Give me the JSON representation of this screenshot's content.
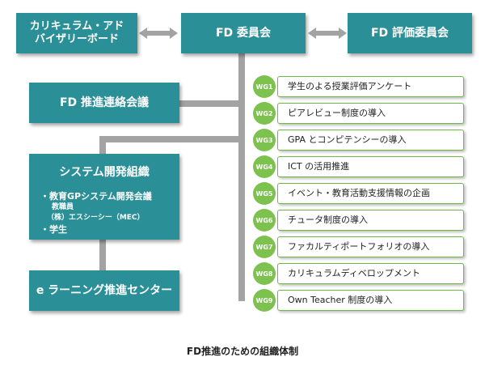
{
  "nodes": {
    "curriculum_advisory": [
      "カリキュラム・アド",
      "バイザリーボード"
    ],
    "fd_committee": "FD 委員会",
    "fd_evaluation": "FD 評価委員会",
    "fd_liaison": "FD 推進連絡会議",
    "system_dev": {
      "title": "システム開発組織",
      "items": [
        "・教育GPシステム開発会議",
        "教職員",
        "（株）エスシーシー（MEC）",
        "・学生"
      ]
    },
    "elearning": "e ラーニング推進センター"
  },
  "working_groups": [
    {
      "id": "WG1",
      "label": "学生のよる授業評価アンケート"
    },
    {
      "id": "WG2",
      "label": "ピアレビュー制度の導入"
    },
    {
      "id": "WG3",
      "label": "GPA とコンピテンシーの導入"
    },
    {
      "id": "WG4",
      "label": "ICT の活用推進"
    },
    {
      "id": "WG5",
      "label": "イベント・教育活動支援情報の企画"
    },
    {
      "id": "WG6",
      "label": "チュータ制度の導入"
    },
    {
      "id": "WG7",
      "label": "ファカルティポートフォリオの導入"
    },
    {
      "id": "WG8",
      "label": "カリキュラムディベロップメント"
    },
    {
      "id": "WG9",
      "label": "Own Teacher 制度の導入"
    }
  ],
  "caption": "FD推進のための組織体制",
  "colors": {
    "box": "#2b8f97",
    "wg_circle": "#7dc24f",
    "wg_border": "#6cba45",
    "connector": "#a3a3a3"
  }
}
